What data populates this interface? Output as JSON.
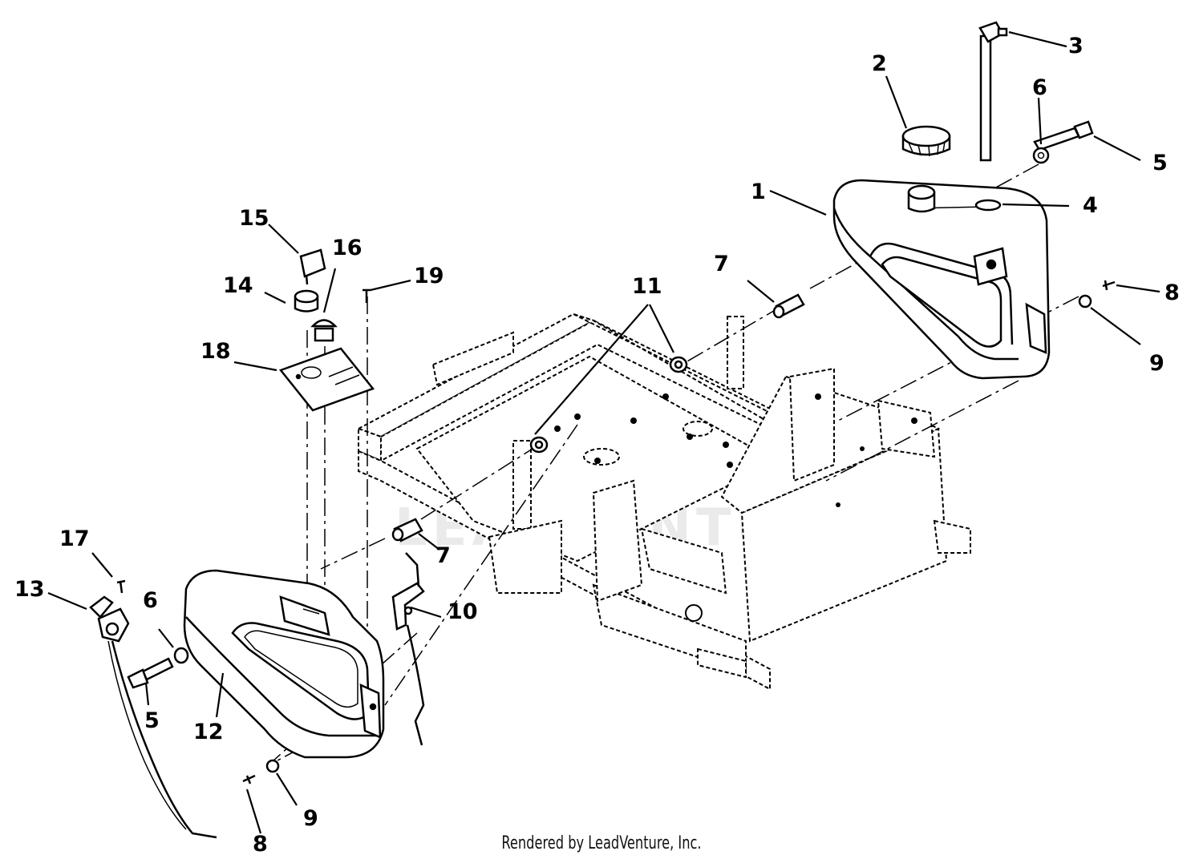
{
  "watermark": "LEADVENTURE",
  "footer": "Rendered by LeadVenture, Inc.",
  "callouts": {
    "c1": "1",
    "c2": "2",
    "c3": "3",
    "c4": "4",
    "c5a": "5",
    "c5b": "5",
    "c6a": "6",
    "c6b": "6",
    "c7a": "7",
    "c7b": "7",
    "c8a": "8",
    "c8b": "8",
    "c9a": "9",
    "c9b": "9",
    "c10": "10",
    "c11": "11",
    "c12": "12",
    "c13": "13",
    "c14": "14",
    "c15": "15",
    "c16": "16",
    "c17": "17",
    "c18": "18",
    "c19": "19"
  }
}
